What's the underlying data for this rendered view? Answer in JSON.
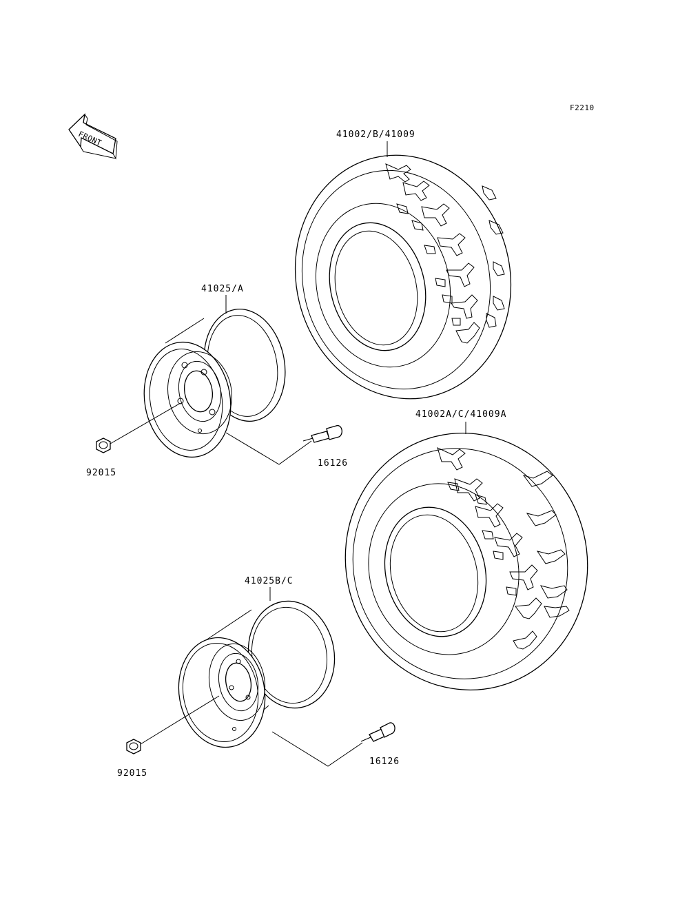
{
  "figure_code": "F2210",
  "front_label": "FRONT",
  "labels": {
    "tire_top": "41002/B/41009",
    "tire_bottom": "41002A/C/41009A",
    "rim_top": "41025/A",
    "rim_bottom": "41025B/C",
    "nut_top": "92015",
    "nut_bottom": "92015",
    "valve_top": "16126",
    "valve_bottom": "16126"
  }
}
